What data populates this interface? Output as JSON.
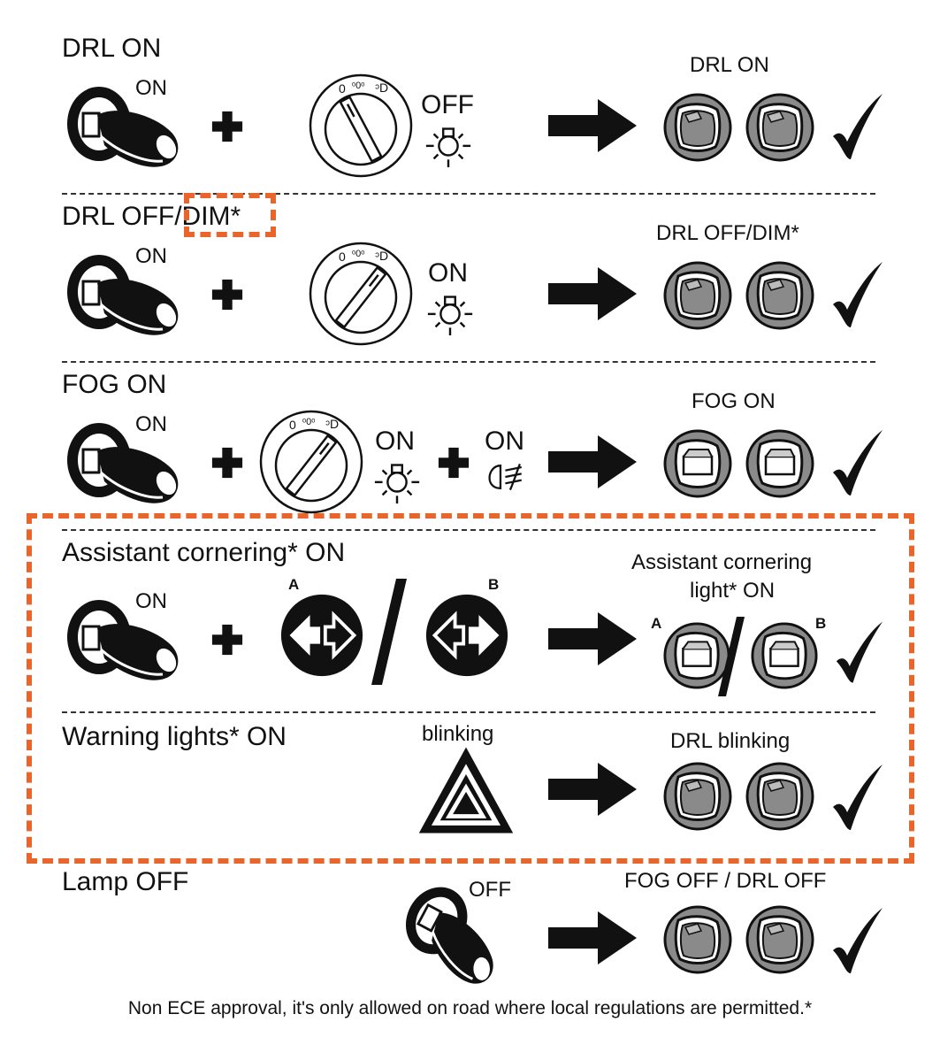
{
  "rows": [
    {
      "title": "DRL ON",
      "key_label": "ON",
      "switch_label": "OFF",
      "result_label": "DRL ON"
    },
    {
      "title": "DRL OFF/DIM*",
      "key_label": "ON",
      "switch_label": "ON",
      "result_label": "DRL OFF/DIM*"
    },
    {
      "title": "FOG ON",
      "key_label": "ON",
      "switch_label": "ON",
      "fog_switch_label": "ON",
      "result_label": "FOG ON"
    },
    {
      "title": "Assistant cornering* ON",
      "key_label": "ON",
      "left_tag": "A",
      "right_tag": "B",
      "result_label_line1": "Assistant cornering",
      "result_label_line2": "light* ON",
      "result_left_tag": "A",
      "result_right_tag": "B"
    },
    {
      "title": "Warning lights* ON",
      "hazard_label": "blinking",
      "result_label": "DRL blinking"
    },
    {
      "title": "Lamp OFF",
      "key_label": "OFF",
      "result_label": "FOG OFF / DRL OFF"
    }
  ],
  "dial_marks": [
    "0",
    "ᵒ0ᵒ",
    "ᵓD"
  ],
  "highlight_color": "#e8652b",
  "footnote": "Non ECE approval, it's only allowed on road where local regulations are permitted.*"
}
